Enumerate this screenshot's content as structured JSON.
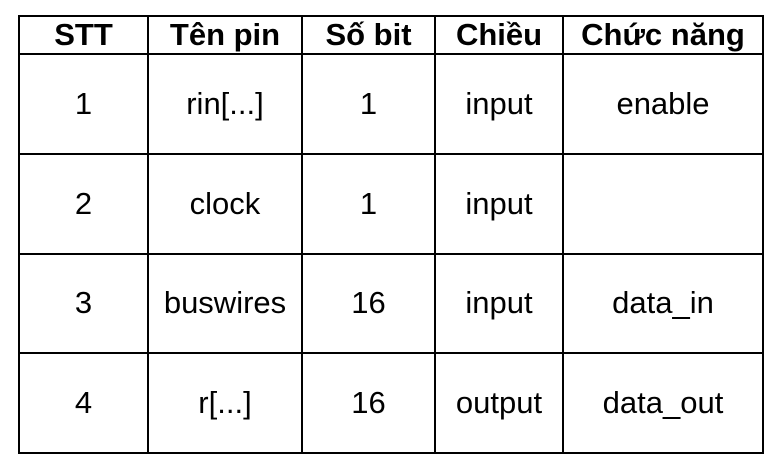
{
  "table": {
    "headers": [
      "STT",
      "Tên pin",
      "Số bit",
      "Chiều",
      "Chức năng"
    ],
    "rows": [
      [
        "1",
        "rin[...]",
        "1",
        "input",
        "enable"
      ],
      [
        "2",
        "clock",
        "1",
        "input",
        ""
      ],
      [
        "3",
        "buswires",
        "16",
        "input",
        "data_in"
      ],
      [
        "4",
        "r[...]",
        "16",
        "output",
        "data_out"
      ]
    ]
  }
}
